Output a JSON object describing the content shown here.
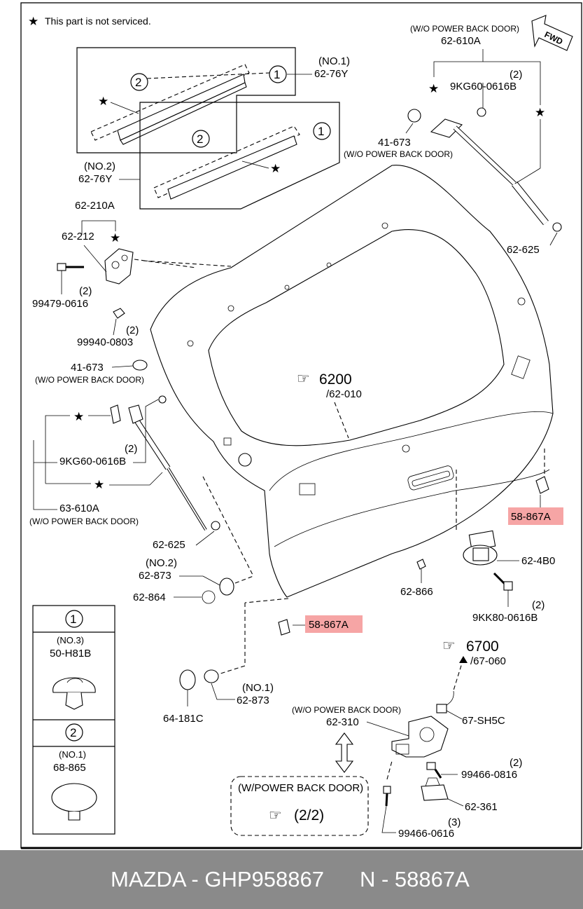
{
  "notice": "This part is not serviced.",
  "fwd": "FWD",
  "callouts": {
    "no1": "(NO.1)",
    "p62_76y": "62-76Y",
    "no2_top": "(NO.2)",
    "p62_76y_b": "62-76Y",
    "wo_pbd_a": "(W/O POWER BACK DOOR)",
    "p62_610a": "62-610A",
    "qty2_a": "(2)",
    "p9kg60_a": "9KG60-0616B",
    "p41_673_a": "41-673",
    "wo_pbd_b": "(W/O POWER BACK DOOR)",
    "p62_210a": "62-210A",
    "p62_212": "62-212",
    "qty2_b": "(2)",
    "p99479": "99479-0616",
    "qty2_c": "(2)",
    "p99940": "99940-0803",
    "p62_625_a": "62-625",
    "p41_673_b": "41-673",
    "wo_pbd_c": "(W/O POWER BACK DOOR)",
    "ref6200": "6200",
    "ref62_010": "/62-010",
    "qty2_d": "(2)",
    "p9kg60_b": "9KG60-0616B",
    "p63_610a": "63-610A",
    "wo_pbd_d": "(W/O POWER BACK DOOR)",
    "p58_867a_a": "58-867A",
    "p62_625_b": "62-625",
    "no2_b": "(NO.2)",
    "p62_873_a": "62-873",
    "p62_864": "62-864",
    "p62_4b0": "62-4B0",
    "p62_866": "62-866",
    "qty2_e": "(2)",
    "p9kk80": "9KK80-0616B",
    "p58_867a_b": "58-867A",
    "ref6700": "6700",
    "ref67_060": "/67-060",
    "p64_181c": "64-181C",
    "no1_b": "(NO.1)",
    "p62_873_b": "62-873",
    "wo_pbd_e": "(W/O POWER BACK DOOR)",
    "p62_310": "62-310",
    "p67_sh5c": "67-SH5C",
    "qty2_f": "(2)",
    "p99466_0816": "99466-0816",
    "p62_361": "62-361",
    "qty3": "(3)",
    "p99466_0616": "99466-0616"
  },
  "legend": {
    "c1": "1",
    "c1_no": "(NO.3)",
    "c1_part": "50-H81B",
    "c2": "2",
    "c2_no": "(NO.1)",
    "c2_part": "68-865"
  },
  "bubbles": {
    "b1": "1",
    "b2": "2"
  },
  "power_box": {
    "title": "(W/POWER BACK DOOR)",
    "ref": "(2/2)"
  },
  "footer": {
    "brand": "MAZDA - GHP958867",
    "part": "N - 58867A"
  },
  "colors": {
    "highlight": "#f6a5a5",
    "footer_bg": "#8a8a8a"
  }
}
